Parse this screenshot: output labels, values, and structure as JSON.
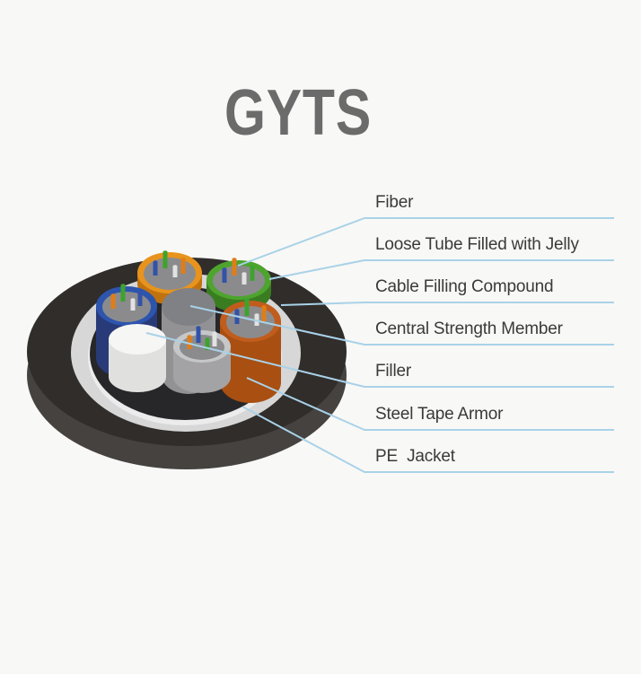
{
  "title": "GYTS",
  "labels": [
    {
      "text": "Fiber"
    },
    {
      "text": "Loose Tube Filled with Jelly"
    },
    {
      "text": "Cable Filling Compound"
    },
    {
      "text": "Central Strength Member"
    },
    {
      "text": "Filler"
    },
    {
      "text": "Steel Tape Armor"
    },
    {
      "text": "PE  Jacket"
    }
  ],
  "colors": {
    "background": "#f8f8f6",
    "title": "#6b6b6b",
    "label_text": "#3a3a3a",
    "leader_line": "#a9d2e8",
    "pe_jacket_top": "#302d2b",
    "pe_jacket_side": "#454240",
    "steel_tape_armor": "#d7d7d7",
    "armor_inner_wall": "#ececec",
    "cable_filling": "#27272a",
    "central_strength_top": "#7f8184",
    "central_strength_side": "#929294",
    "filler_top": "#f6f6f4",
    "filler_side": "#e0e0de",
    "tube_orange": "#e8931d",
    "tube_orange_side": "#c0720e",
    "tube_green": "#4ea42e",
    "tube_green_side": "#3a7d20",
    "tube_blue": "#2d55ae",
    "tube_blue_side": "#283a78",
    "tube_rust": "#c05d1d",
    "tube_rust_side": "#a94f12",
    "tube_gray_ring": "#c6c7c9",
    "tube_gray_side": "#a3a3a5",
    "tube_interior": "#8b8b8d",
    "fiber_blue": "#3352a8",
    "fiber_green": "#3da32e",
    "fiber_orange": "#e07d18",
    "fiber_white": "#e2e2e2"
  }
}
